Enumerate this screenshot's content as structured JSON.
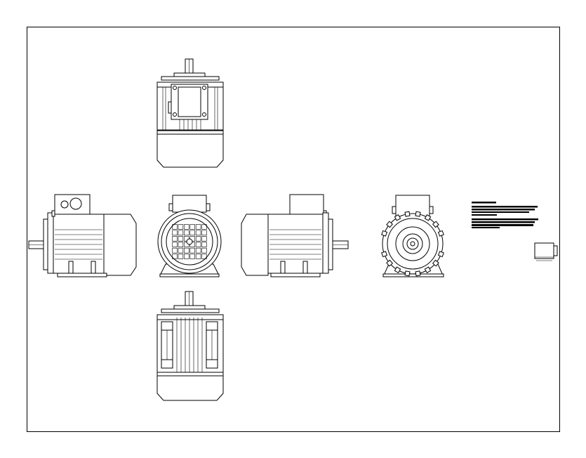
{
  "drawing": {
    "views": [
      {
        "name": "top-view"
      },
      {
        "name": "left-side-view"
      },
      {
        "name": "fan-end-view"
      },
      {
        "name": "right-side-view"
      },
      {
        "name": "drive-end-view"
      },
      {
        "name": "bottom-view"
      }
    ],
    "title_block_text_rows": 8,
    "fan_grille": {
      "rows": 6,
      "cols": 6
    }
  }
}
